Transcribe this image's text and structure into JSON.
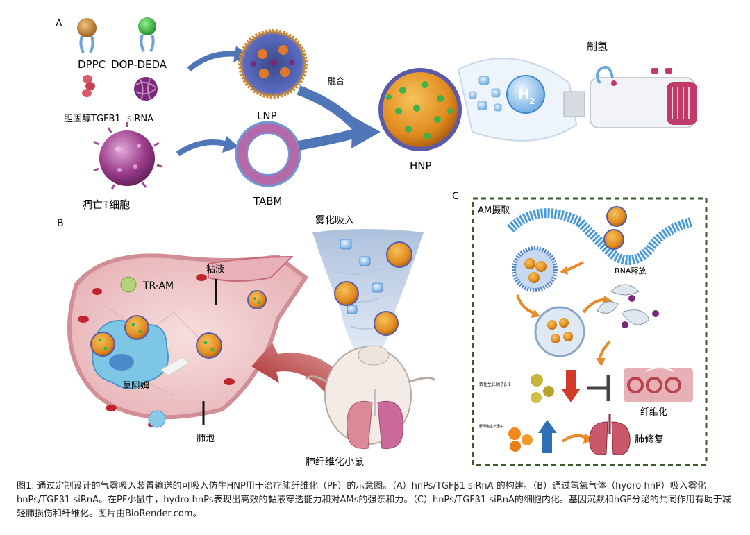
{
  "panels": {
    "a": {
      "letter": "A",
      "dppc": "DPPC",
      "dop_deda": "DOP-DEDA",
      "cholesterol_tgfb1": "胆固醇TGFB1",
      "sirna": "siRNA",
      "apoptotic_t_cell": "凋亡T细胞",
      "lnp": "LNP",
      "tabm": "TABM",
      "fusion": "融合",
      "hnp": "HNP",
      "h2_glyph": "H",
      "h2_sub": "2",
      "hydrogen_generation": "制氢"
    },
    "b": {
      "letter": "B",
      "nebulized_inhalation": "雾化吸入",
      "tr_am": "TR-AM",
      "mucus": "粘液",
      "mucin": "莫阿姆",
      "alveolus": "肺泡",
      "pf_mouse": "肺纤维化小鼠"
    },
    "c": {
      "letter": "C",
      "am_uptake": "AM摄取",
      "rna_release": "RNA释放",
      "tgf_beta1": "转化生长因子β 1",
      "hgf": "肝细胞生长因子",
      "fibrosis": "纤维化",
      "lung_repair": "肺修复"
    }
  },
  "caption": {
    "text": "图1. 通过定制设计的气雾吸入装置输送的可吸入仿生HNP用于治疗肺纤维化（PF）的示意图。（A）hnPs/TGFβ1 siRnA 的构建。（B）通过氢氧气体（hydro hnP）吸入雾化hnPs/TGFβ1 siRnA。在PF小鼠中，hydro hnPs表现出高效的黏液穿透能力和对AMs的强亲和力。（C）hnPs/TGFβ1 siRnA的细胞内化。基因沉默和hGF分泌的共同作用有助于减轻肺损伤和纤维化。图片由",
    "credit": "BioRender.com",
    "end": "。"
  },
  "colors": {
    "arrow_blue": "#4f77b8",
    "nanoparticle_orange": "#e08a1e",
    "nanoparticle_green": "#3cb24a",
    "panel_c_border": "#3e5a2a",
    "lung_pink": "#d98a96",
    "inhibit_red": "#d23a2a",
    "promote_blue": "#2f6fb5",
    "flow_orange": "#e88a2a"
  },
  "icons": [
    "lipid-dppc-icon",
    "lipid-dop-deda-icon",
    "cholesterol-icon",
    "sirna-icon",
    "apoptotic-t-cell-icon",
    "lnp-icon",
    "tabm-ring-icon",
    "hnp-icon",
    "h2-bubble-icon",
    "hydrogen-generator-icon",
    "mist-column-icon",
    "mouse-icon",
    "lung-icon",
    "macrophage-icon",
    "membrane-icon",
    "endosome-icon",
    "rna-release-icon",
    "tgf-beta-particles-icon",
    "down-arrow-icon",
    "inhibit-bar-icon",
    "fibrotic-tissue-icon",
    "hgf-particles-icon",
    "up-arrow-icon"
  ]
}
